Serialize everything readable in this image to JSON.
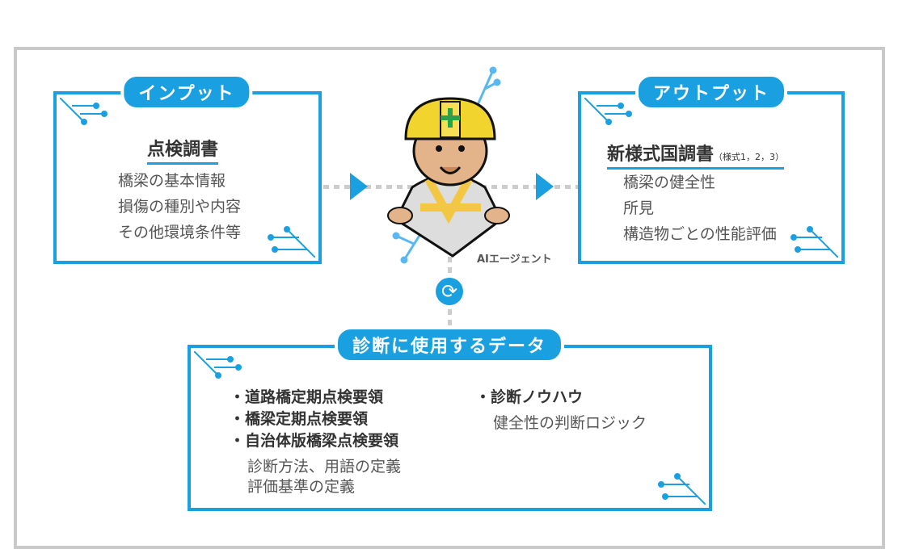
{
  "input": {
    "label": "インプット",
    "title": "点検調書",
    "items": [
      "橋梁の基本情報",
      "損傷の種別や内容",
      "その他環境条件等"
    ]
  },
  "output": {
    "label": "アウトプット",
    "title": "新様式国調書",
    "title_note": "（様式1，2，3）",
    "items": [
      "橋梁の健全性",
      "所見",
      "構造物ごとの性能評価"
    ]
  },
  "agent": {
    "label": "AIエージェント"
  },
  "data": {
    "label": "診断に使用するデータ",
    "left_items": [
      "・道路橋定期点検要領",
      "・橋梁定期点検要領",
      "・自治体版橋梁点検要領"
    ],
    "left_notes": [
      "診断方法、用語の定義",
      "評価基準の定義"
    ],
    "right_items": [
      "・診断ノウハウ"
    ],
    "right_notes": [
      "健全性の判断ロジック"
    ]
  },
  "colors": {
    "accent": "#1aa0e0",
    "frame": "#c9c9c9"
  }
}
